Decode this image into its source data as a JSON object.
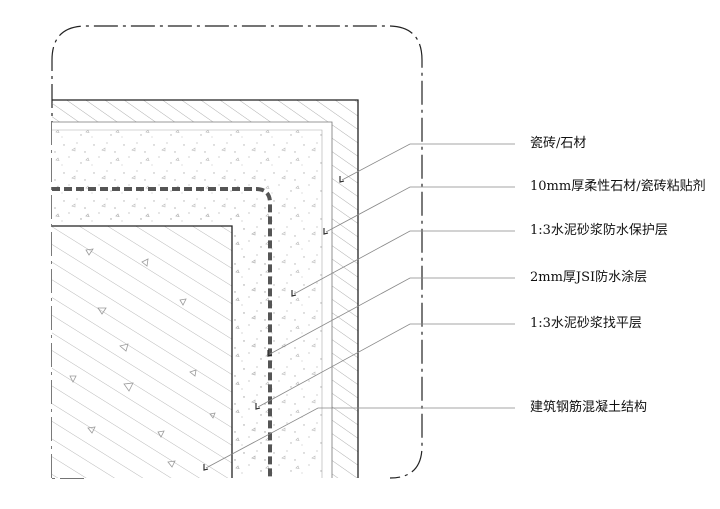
{
  "diagram": {
    "colors": {
      "line": "#222222",
      "leader": "#888888",
      "hatch": "#9a9a9a",
      "membrane": "#555555",
      "speckle": "#b0b0b0"
    },
    "labels": [
      "瓷砖/石材",
      "10mm厚柔性石材/瓷砖粘贴剂",
      "1:3水泥砂浆防水保护层",
      "2mm厚JSI防水涂层",
      "1:3水泥砂浆找平层",
      "建筑钢筋混凝土结构"
    ]
  }
}
